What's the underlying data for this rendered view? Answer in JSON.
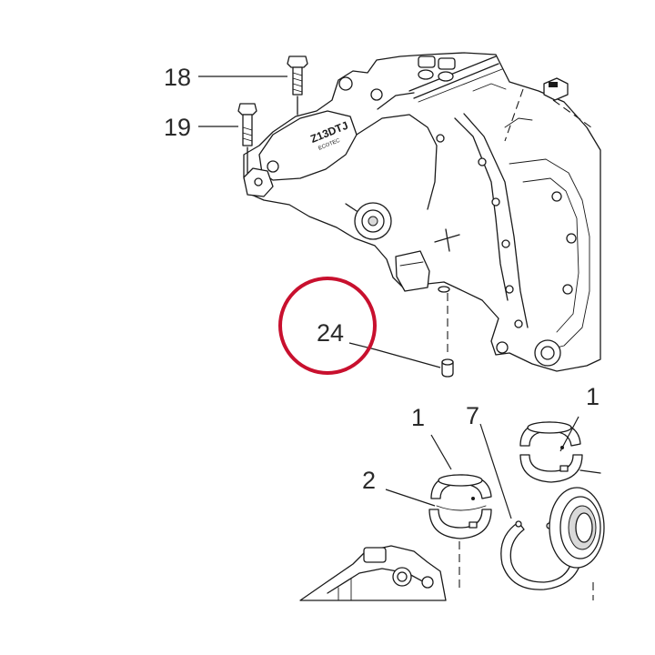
{
  "callouts": {
    "c18": "18",
    "c19": "19",
    "c24": "24",
    "c1a": "1",
    "c7": "7",
    "c1b": "1",
    "c2": "2"
  },
  "colors": {
    "highlight": "#c8102e",
    "ink": "#1a1a1a"
  }
}
